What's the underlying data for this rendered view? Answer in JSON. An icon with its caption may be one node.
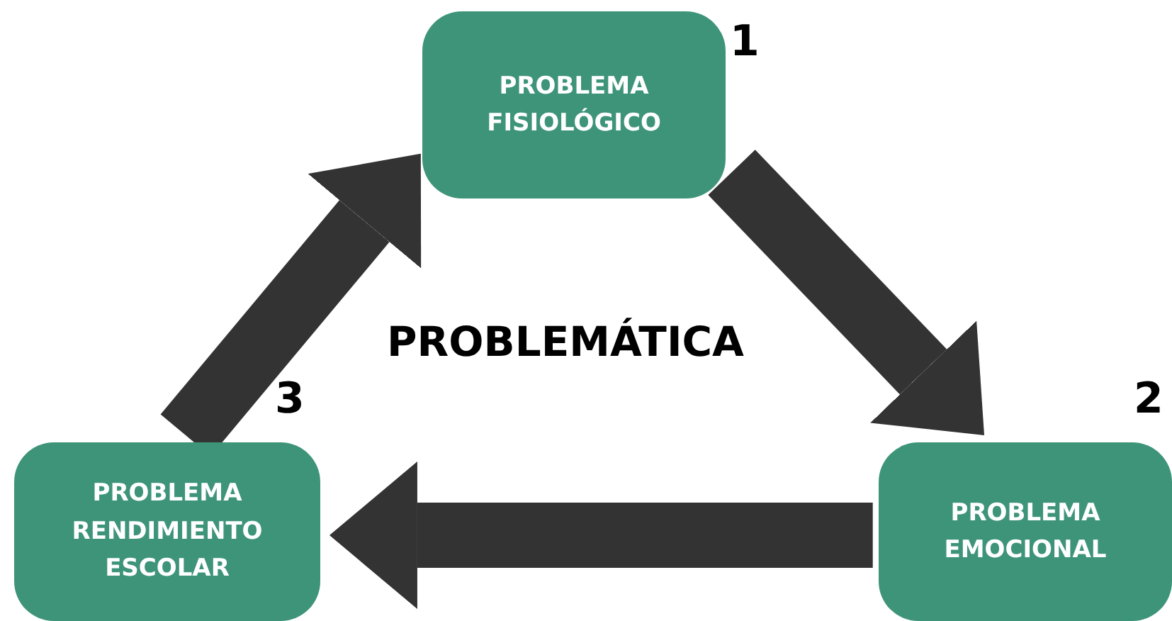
{
  "diagram": {
    "title": "PROBLEMÁTICA",
    "nodes": [
      {
        "text": [
          "PROBLEMA FISIOLÓGICO"
        ],
        "beside": [
          "1"
        ]
      },
      {
        "text": [
          "PROBLEMA EMOCIONAL"
        ],
        "beside": [
          "2"
        ]
      },
      {
        "text": [
          "PROBLEMA RENDIMIENTO ESCOLAR"
        ],
        "beside": [
          "3"
        ]
      }
    ],
    "edges": [
      {
        "from": 0,
        "to": 1,
        "arrow": "to"
      },
      {
        "from": 1,
        "to": 2,
        "arrow": "to"
      },
      {
        "from": 2,
        "to": 0,
        "arrow": "to"
      }
    ]
  }
}
